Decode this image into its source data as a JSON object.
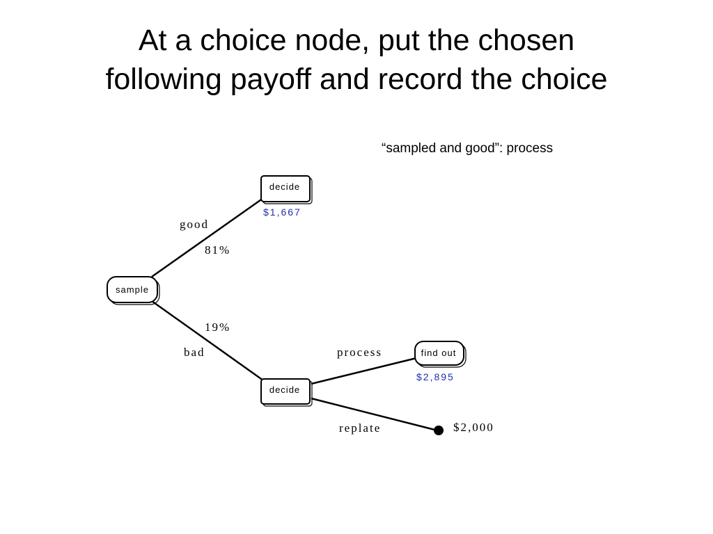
{
  "slide": {
    "title_line1": "At a choice node, put the chosen",
    "title_line2": "following payoff and record the choice",
    "note": "“sampled and good”: process"
  },
  "tree": {
    "root": {
      "label": "sample"
    },
    "good_branch": {
      "label": "good",
      "probability": "81%"
    },
    "bad_branch": {
      "label": "bad",
      "probability": "19%"
    },
    "decide_top": {
      "label": "decide",
      "payoff": "$1,667"
    },
    "decide_bottom": {
      "label": "decide"
    },
    "process_branch": {
      "label": "process"
    },
    "replate_branch": {
      "label": "replate"
    },
    "find_out": {
      "label": "find out",
      "payoff": "$2,895"
    },
    "terminal": {
      "payoff": "$2,000"
    }
  },
  "colors": {
    "text": "#000000",
    "payoff_accent": "#1f2fa8",
    "background": "#ffffff"
  }
}
